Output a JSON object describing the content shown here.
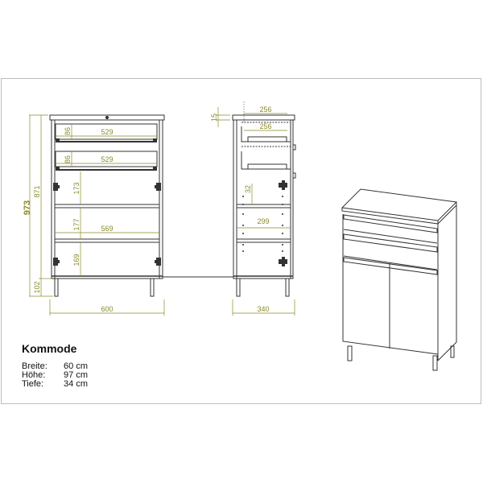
{
  "product": {
    "title": "Kommode",
    "specs": [
      {
        "label": "Breite:",
        "value": "60 cm"
      },
      {
        "label": "Höhe:",
        "value": "97 cm"
      },
      {
        "label": "Tiefe:",
        "value": "34 cm"
      }
    ]
  },
  "front_view": {
    "dimensions": {
      "total_height": "973",
      "body_height": "871",
      "leg_height": "102",
      "width": "600",
      "drawer1_height": "86",
      "drawer1_width": "529",
      "drawer2_height": "86",
      "drawer2_width": "529",
      "compartment1_height": "173",
      "compartment2_height": "177",
      "shelf_width": "569",
      "compartment3_height": "169"
    }
  },
  "side_view": {
    "dimensions": {
      "top_thickness": "15",
      "top_depth": "256",
      "drawer_depth": "256",
      "hole_spacing": "32",
      "shelf_depth": "299",
      "depth": "340"
    }
  },
  "colors": {
    "dimension": "#8a8a2a",
    "line": "#333333",
    "frame": "#bdbdbd"
  }
}
